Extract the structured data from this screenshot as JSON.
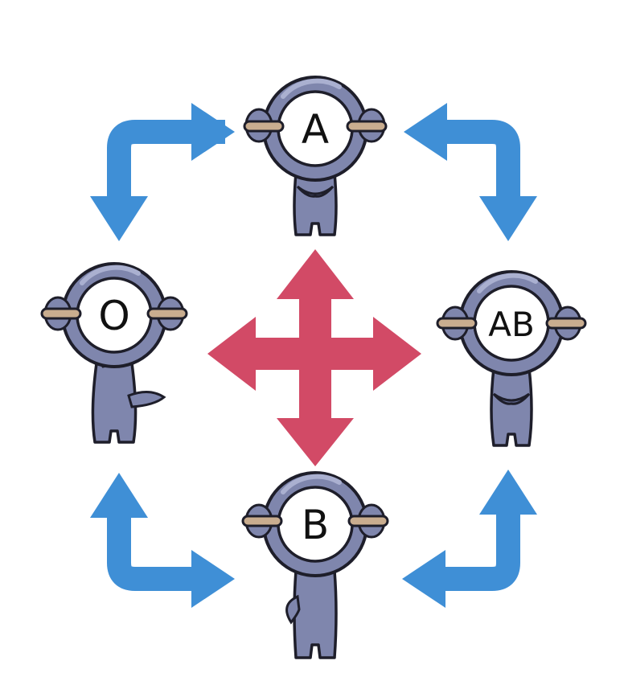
{
  "colors": {
    "background": "#ffffff",
    "body": "#7f86ad",
    "body_shadow": "#646b92",
    "outline": "#1e1e2a",
    "face": "#ffffff",
    "band": "#c9ad8f",
    "blue_arrow": "#3f8fd6",
    "red_arrow": "#d24a66"
  },
  "nodes": {
    "a": {
      "label": "A",
      "pose": "arms-crossed"
    },
    "o": {
      "label": "O",
      "pose": "waving"
    },
    "ab": {
      "label": "AB",
      "pose": "arms-crossed"
    },
    "b": {
      "label": "B",
      "pose": "hand-on-hip"
    }
  },
  "icons": {
    "blue_arrows": "bidirectional-elbow-arrow",
    "red_arrows": "four-way-arrow"
  }
}
